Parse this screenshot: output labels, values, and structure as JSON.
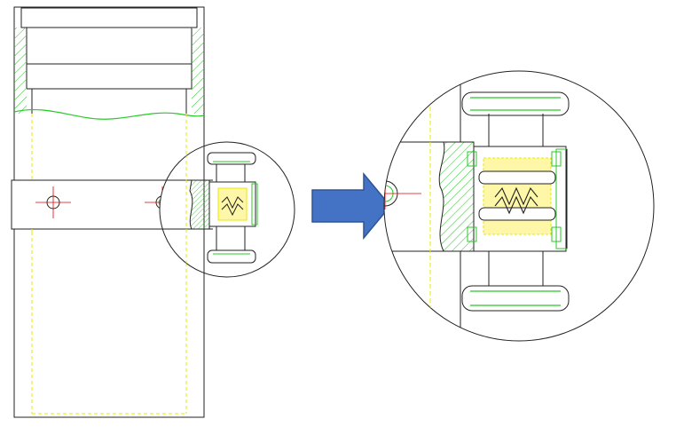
{
  "diagram": {
    "kind": "mechanical-section-drawing",
    "views": [
      {
        "name": "overall-view"
      },
      {
        "name": "detail-view-enlarged"
      }
    ],
    "arrow": {
      "direction": "right",
      "color": "#4472c4"
    },
    "colors": {
      "outline": "#222222",
      "hatch": "#2fbf2f",
      "highlight_green": "#28c828",
      "hidden_line": "#e8e800",
      "centerline": "#e00000",
      "spring_fill": "#fff7a8",
      "arrow_fill": "#4472c4",
      "arrow_stroke": "#2f5597"
    }
  }
}
